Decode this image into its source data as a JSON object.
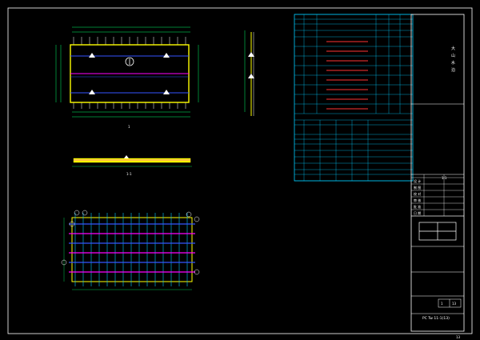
{
  "title_block": {
    "stamp_lines": [
      "大",
      "山",
      "水",
      "泊"
    ],
    "row_labels": [
      "设 计",
      "制 图",
      "校 对",
      "审 核",
      "批 准",
      "日 期"
    ],
    "drawing_number": "PC Tw 11-1(13)",
    "sheet_box": [
      "1",
      "13"
    ],
    "scale_cell": "1:1",
    "page_mark": "13"
  },
  "views": {
    "plan_label": "1",
    "section_label": "1-1"
  },
  "colors": {
    "background": "#000000",
    "frame": "#ffffff",
    "table": "#00ccff",
    "slab": "#ffff00",
    "rebar_main": "#3355ff",
    "rebar_secondary": "#ff00ff",
    "dimension": "#00ff66",
    "red_bar": "#ff3333"
  }
}
